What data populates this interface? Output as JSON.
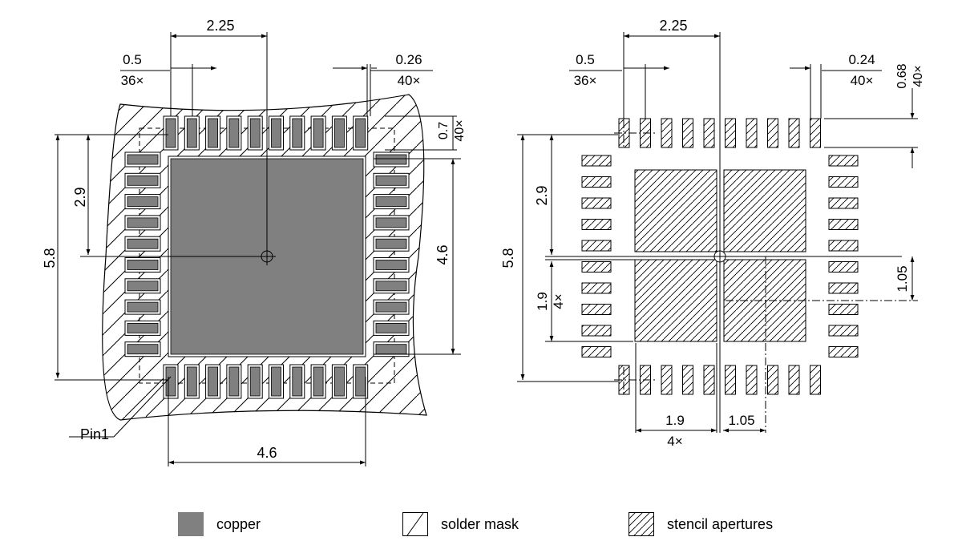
{
  "colors": {
    "copper": "#808080",
    "ink": "#000000",
    "paper": "#ffffff"
  },
  "left_view": {
    "top_width": "2.25",
    "pitch": "0.5",
    "pitch_count": "36×",
    "pad_width": "0.26",
    "pad_width_count": "40×",
    "pad_length": "0.7",
    "pad_length_count": "40×",
    "half_height": "2.9",
    "height": "5.8",
    "pad_span": "4.6",
    "bottom_width": "4.6",
    "pin1": "Pin1"
  },
  "right_view": {
    "top_width": "2.25",
    "pitch": "0.5",
    "pitch_count": "36×",
    "pad_width": "0.24",
    "pad_width_count": "40×",
    "pad_length": "0.68",
    "pad_length_count": "40×",
    "half_height": "2.9",
    "height": "5.8",
    "aperture": "1.9",
    "aperture_count": "4×",
    "gap": "1.05",
    "aperture_bottom": "1.9",
    "aperture_bottom_count": "4×",
    "gap_bottom": "1.05"
  },
  "legend": {
    "copper": "copper",
    "solder_mask": "solder mask",
    "stencil": "stencil apertures"
  }
}
